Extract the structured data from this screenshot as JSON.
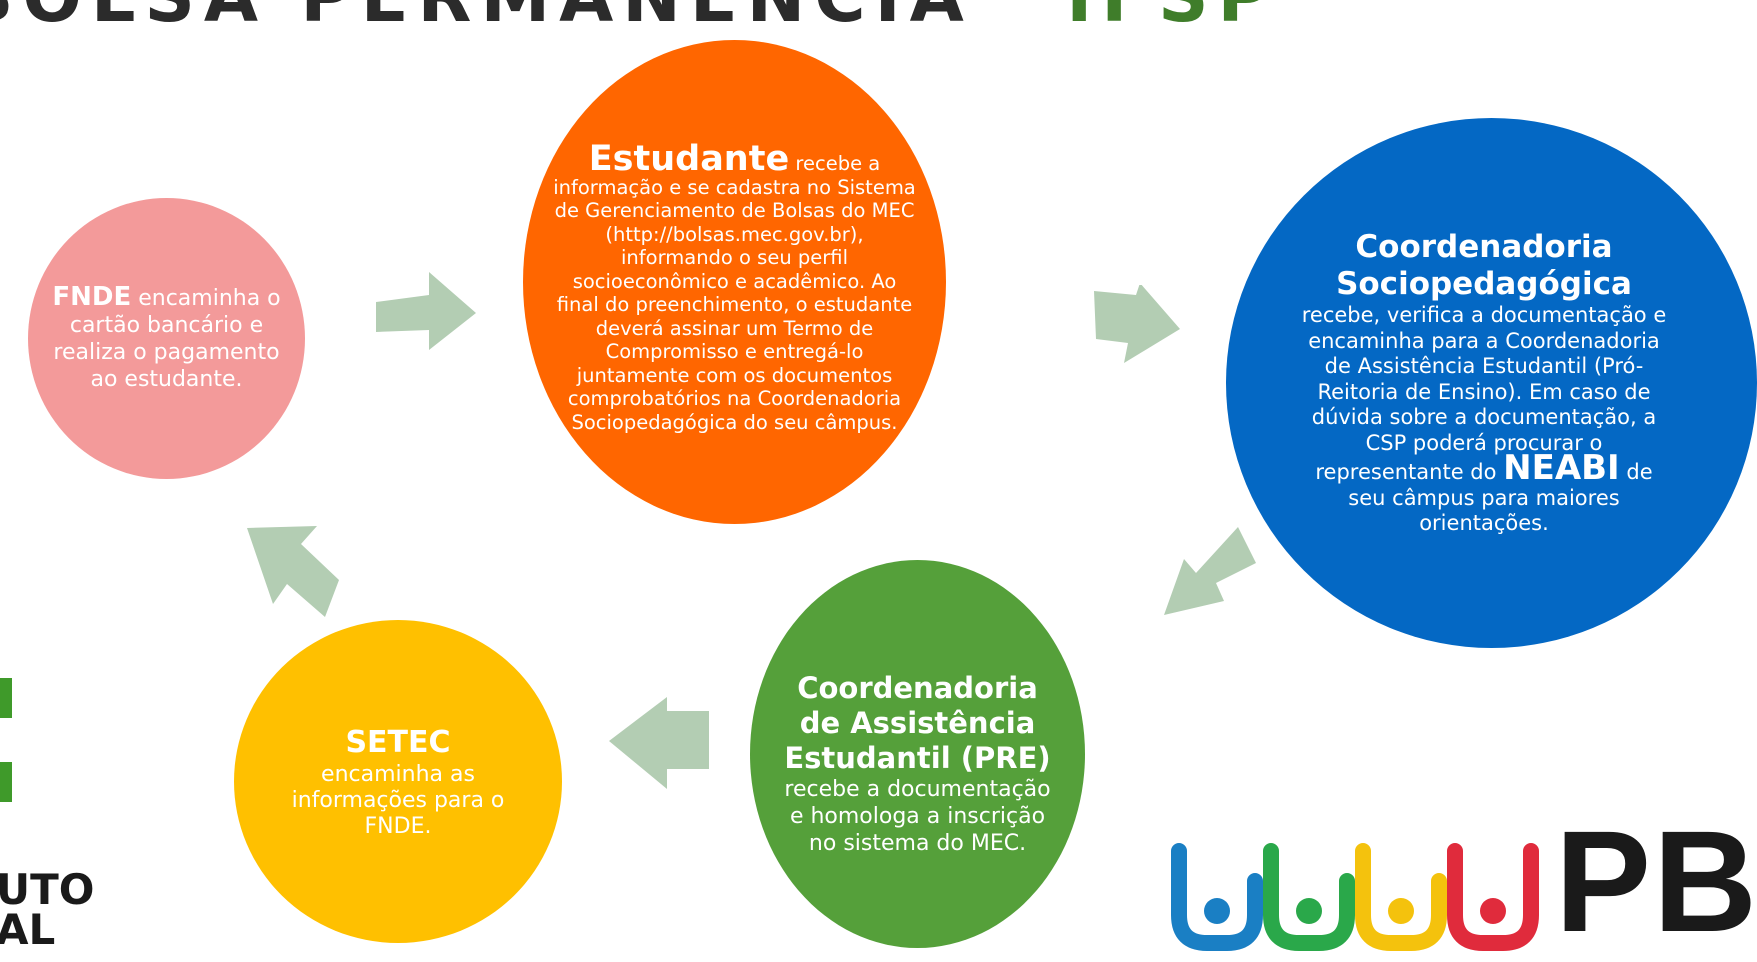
{
  "title": {
    "main": "BOLSA PERMANÊNCIA",
    "accent": "IFSP"
  },
  "nodes": {
    "fnde": {
      "head": "FNDE",
      "text": "encaminha o cartão bancário e realiza o pagamento ao estudante."
    },
    "estudante": {
      "head": "Estudante",
      "text1": " recebe a",
      "text2": "informação e se cadastra no Sistema de Gerenciamento de Bolsas do MEC (http://bolsas.mec.gov.br), informando o seu perfil socioeconômico e acadêmico. Ao final do preenchimento, o estudante deverá assinar um Termo de Compromisso e entregá-lo juntamente com os documentos comprobatórios na Coordenadoria Sociopedagógica do seu câmpus."
    },
    "csp": {
      "head": "Coordenadoria Sociopedagógica",
      "text1": "recebe, verifica a documentação e encaminha para a Coordenadoria de Assistência Estudantil (Pró-Reitoria de Ensino). Em caso de dúvida sobre a documentação, a CSP poderá procurar o representante do ",
      "neabi": "NEABI",
      "text2": " de seu câmpus para maiores orientações."
    },
    "pre": {
      "head": "Coordenadoria de Assistência Estudantil (PRE)",
      "text": "recebe a documentação e homologa a inscrição no sistema do MEC."
    },
    "setec": {
      "head": "SETEC",
      "text": "encaminha as informações para o FNDE."
    }
  },
  "footer": {
    "institute_line1": "UTO",
    "institute_line2": "AL",
    "pb_text": "PB"
  },
  "colors": {
    "fnde": "#f39a9a",
    "estudante": "#ff6600",
    "csp": "#0468c4",
    "pre": "#55a03a",
    "setec": "#ffc000",
    "arrow": "#b3cdb3"
  }
}
